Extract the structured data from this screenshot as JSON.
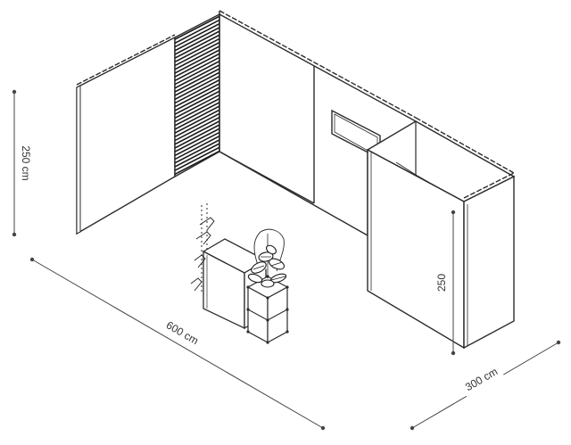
{
  "dimensions": {
    "height_left": "250 cm",
    "length": "600 cm",
    "depth": "300 cm",
    "height_right": "250"
  },
  "colors": {
    "line": "#2b2b2b",
    "dimension_line": "#444444",
    "panel_fill": "#ffffff",
    "slat": "#1a1a1a"
  },
  "objects": [
    "back-wall",
    "left-wall",
    "slatwall-panel",
    "monitor",
    "storage-room",
    "reception-counter",
    "cube-shelf",
    "plant",
    "brochure-stand"
  ]
}
